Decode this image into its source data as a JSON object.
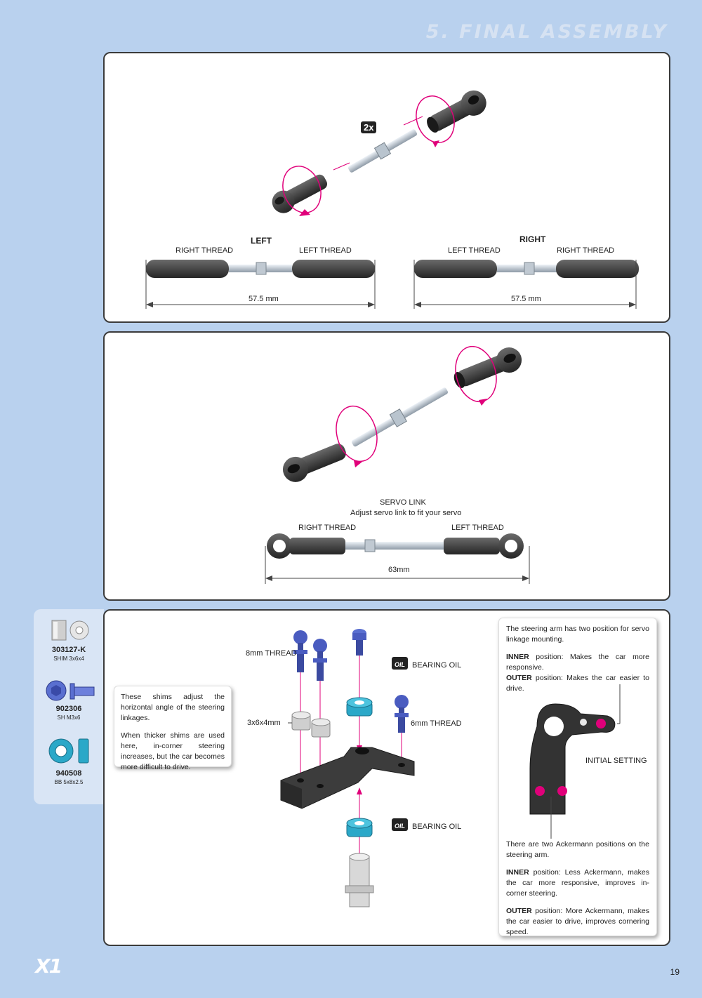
{
  "header": {
    "title": "5. FINAL ASSEMBLY"
  },
  "panel1": {
    "multiplier": "2x",
    "left": {
      "tag": "LEFT",
      "thread_a": "RIGHT THREAD",
      "thread_b": "LEFT THREAD",
      "length": "57.5 mm"
    },
    "right": {
      "tag": "RIGHT",
      "thread_a": "LEFT THREAD",
      "thread_b": "RIGHT THREAD",
      "length": "57.5 mm"
    }
  },
  "panel2": {
    "title": "SERVO LINK",
    "subtitle": "Adjust servo link to fit your servo",
    "thread_a": "RIGHT THREAD",
    "thread_b": "LEFT THREAD",
    "length": "63mm"
  },
  "parts": [
    {
      "number": "303127-K",
      "desc": "SHIM 3x6x4"
    },
    {
      "number": "902306",
      "desc": "SH M3x6"
    },
    {
      "number": "940508",
      "desc": "BB 5x8x2.5"
    }
  ],
  "panel3": {
    "label_8mm": "8mm THREAD",
    "label_6mm": "6mm THREAD",
    "label_shim": "3x6x4mm",
    "label_oil_top": "BEARING OIL",
    "label_oil_bottom": "BEARING OIL",
    "oil_icon": "OIL",
    "shim_note": {
      "p1": "These shims adjust the horizontal angle of the steering linkages.",
      "p2": "When thicker shims are used here, in-corner steering increases, but the car becomes more difficult to drive."
    },
    "arm_note": {
      "intro": "The steering arm has two position for servo linkage mounting.",
      "inner_label": "INNER",
      "inner_text": " position: Makes the car more responsive.",
      "outer_label": "OUTER",
      "outer_text": " position: Makes the car easier to drive.",
      "initial_setting": "INITIAL SETTING",
      "ack_intro": "There are two Ackermann positions on the steering arm.",
      "ack_inner_label": "INNER",
      "ack_inner_text": " position: Less Ackermann, makes the car more responsive, improves in-corner steering.",
      "ack_outer_label": "OUTER",
      "ack_outer_text": " position: More Ackermann, makes the car easier to drive, improves cornering speed."
    }
  },
  "footer": {
    "logo": "X1",
    "page_number": "19"
  },
  "colors": {
    "accent": "#e0007a",
    "page_bg": "#b9d1ee",
    "part_dark": "#3a3a3a",
    "bearing": "#2ba8c8",
    "screw": "#4a5cc0"
  }
}
